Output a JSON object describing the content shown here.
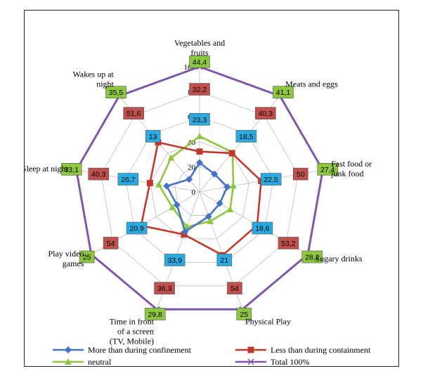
{
  "chart_data": {
    "type": "radar",
    "axes": [
      [
        "Vegetables and",
        "fruits"
      ],
      [
        "Meats and eggs"
      ],
      [
        "Fast food or",
        "junk food"
      ],
      [
        "Sugary drinks"
      ],
      [
        "Physical Play"
      ],
      [
        "Time in front",
        "of a screen",
        "(TV, Mobile)"
      ],
      [
        "Play video",
        "games"
      ],
      [
        "Sleep at night"
      ],
      [
        "Wakes up at",
        "night"
      ]
    ],
    "ticks": [
      "0",
      "20",
      "40",
      "60",
      "80",
      "100"
    ],
    "rmax": 100,
    "series": [
      {
        "name": "More than during confinement",
        "color": "#4472C4",
        "marker": "diamond",
        "values": [
          23.3,
          18.5,
          22.5,
          18.6,
          21,
          33.9,
          20.9,
          26.7,
          13
        ],
        "labels": [
          "23,3",
          "18,5",
          "22,5",
          "18,6",
          "21",
          "33,9",
          "20,9",
          "26,7",
          "13"
        ],
        "label_fill": "#29ABE2"
      },
      {
        "name": "Less than during containment",
        "color": "#C0392B",
        "marker": "square",
        "values": [
          32.2,
          40.3,
          50,
          53.2,
          54,
          36.3,
          54,
          40.3,
          51.6
        ],
        "labels": [
          "32,2",
          "40,3",
          "50",
          "53,2",
          "54",
          "36,3",
          "54",
          "40,3",
          "51,6"
        ],
        "label_fill": "#C0504D"
      },
      {
        "name": "neutral",
        "color": "#8DC63F",
        "marker": "triangle",
        "values": [
          44.4,
          41.1,
          27.4,
          28.2,
          25,
          29.8,
          25,
          33.1,
          35.5
        ],
        "labels": [
          "44,4",
          "41,1",
          "27,4",
          "28,2",
          "25",
          "29,8",
          "25",
          "33,1",
          "35,5"
        ],
        "label_fill": "#8DC63F"
      },
      {
        "name": "Total 100%",
        "color": "#7E57A8",
        "marker": "x",
        "values": [
          100,
          100,
          100,
          100,
          100,
          100,
          100,
          100,
          100
        ]
      }
    ]
  }
}
